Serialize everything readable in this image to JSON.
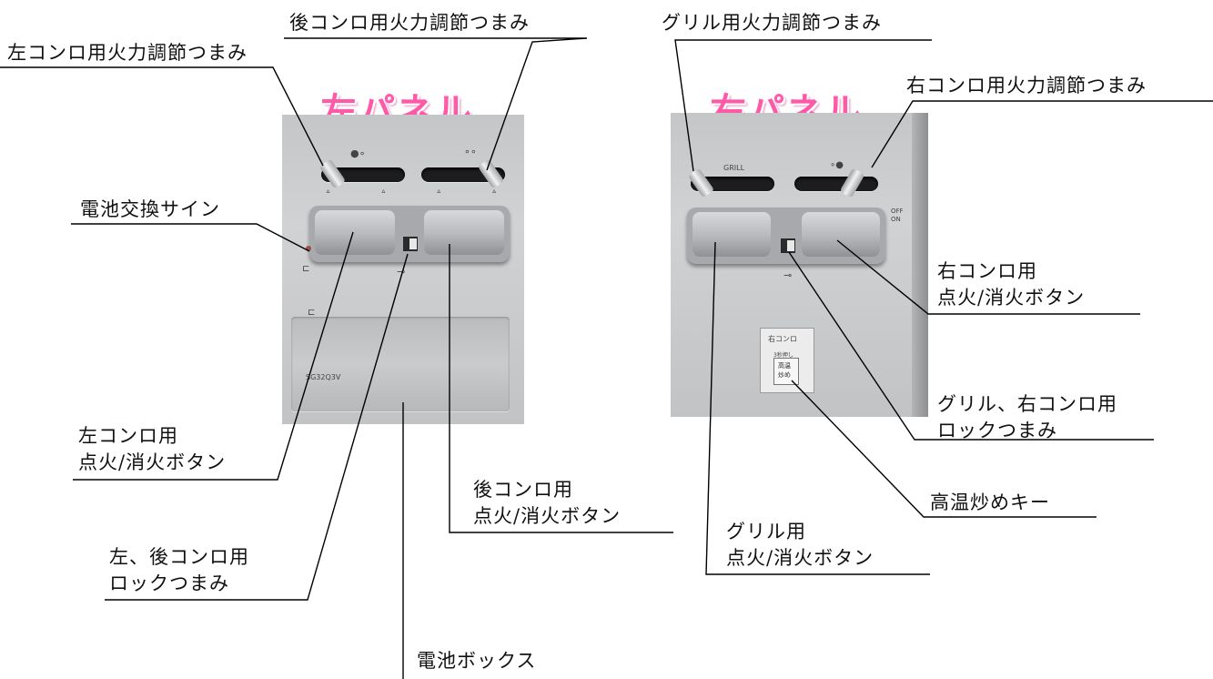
{
  "panels": {
    "left_title": "左パネル",
    "right_title": "右パネル"
  },
  "labels": {
    "left_burner_knob": "左コンロ用火力調節つまみ",
    "rear_burner_knob": "後コンロ用火力調節つまみ",
    "grill_knob": "グリル用火力調節つまみ",
    "right_burner_knob": "右コンロ用火力調節つまみ",
    "battery_sign": "電池交換サイン",
    "left_button": [
      "左コンロ用",
      "点火/消火ボタン"
    ],
    "rear_button": [
      "後コンロ用",
      "点火/消火ボタン"
    ],
    "left_rear_lock": [
      "左、後コンロ用",
      "ロックつまみ"
    ],
    "battery_box": "電池ボックス",
    "right_button": [
      "右コンロ用",
      "点火/消火ボタン"
    ],
    "grill_right_lock": [
      "グリル、右コンロ用",
      "ロックつまみ"
    ],
    "high_temp_key": "高温炒めキー",
    "grill_button": [
      "グリル用",
      "点火/消火ボタン"
    ]
  },
  "photo_text": {
    "grill": "GRILL",
    "off": "OFF",
    "on": "ON",
    "model": "SG32Q3V",
    "right_conro": "右コンロ",
    "hold": "3秒押し",
    "high_temp": "高温",
    "stir_fry": "炒め"
  },
  "colors": {
    "title_pink": "#ff5aa8",
    "panel_silver": "#c5c6c8"
  }
}
